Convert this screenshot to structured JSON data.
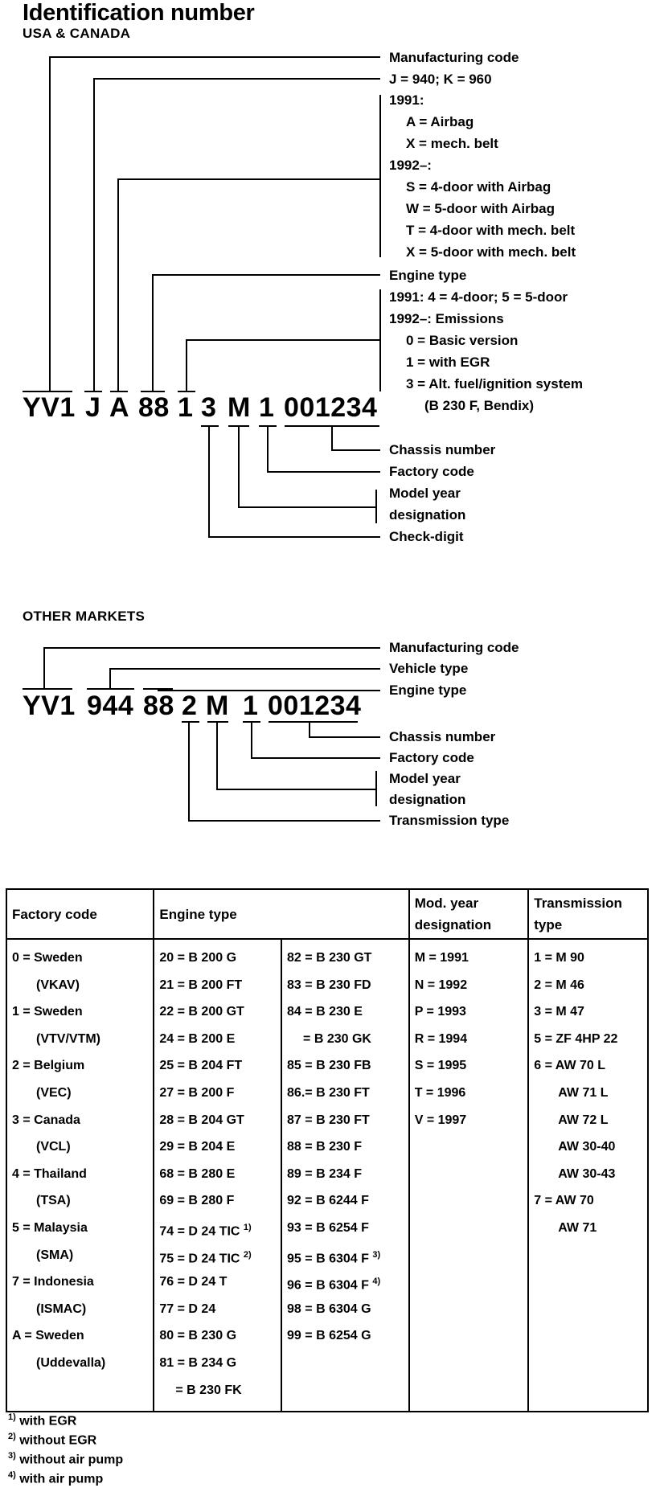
{
  "header": {
    "title": "Identification number",
    "subtitle": "USA & CANADA"
  },
  "usa": {
    "vin_parts": [
      "YV1",
      "J",
      "A",
      "88",
      "1",
      "3",
      "M",
      "1",
      "001234"
    ],
    "labels": {
      "manufacturing_code": "Manufacturing code",
      "model": "J = 940;  K = 960",
      "y1991": "1991:",
      "airbag": "A = Airbag",
      "mech_belt": "X = mech. belt",
      "y1992": "1992–:",
      "s4": "S = 4-door with Airbag",
      "w5": "W = 5-door with Airbag",
      "t4": "T = 4-door with mech. belt",
      "x5": "X = 5-door with mech. belt",
      "engine_type": "Engine type",
      "doors": "1991: 4 = 4-door; 5 = 5-door",
      "emissions": "1992–: Emissions",
      "basic": "0 = Basic version",
      "egr": "1 = with EGR",
      "alt": "3 = Alt. fuel/ignition system",
      "bendix": "(B 230 F, Bendix)",
      "chassis": "Chassis number",
      "factory": "Factory code",
      "model_year_1": "Model year",
      "model_year_2": "designation",
      "check": "Check-digit"
    }
  },
  "other": {
    "heading": "OTHER MARKETS",
    "vin_parts": [
      "YV1",
      "944",
      "88",
      "2",
      "M",
      "1",
      "001234"
    ],
    "labels": {
      "manufacturing_code": "Manufacturing code",
      "vehicle_type": "Vehicle type",
      "engine_type": "Engine type",
      "chassis": "Chassis number",
      "factory": "Factory code",
      "model_year_1": "Model year",
      "model_year_2": "designation",
      "transmission": "Transmission type"
    }
  },
  "table": {
    "headers": {
      "factory": "Factory code",
      "engine": "Engine type",
      "modyear_1": "Mod. year",
      "modyear_2": "designation",
      "trans_1": "Transmission",
      "trans_2": "type"
    },
    "factory": [
      "0 = Sweden",
      "(VKAV)",
      "1 = Sweden",
      "(VTV/VTM)",
      "2 = Belgium",
      "(VEC)",
      "3 = Canada",
      "(VCL)",
      "4 = Thailand",
      "(TSA)",
      "5 = Malaysia",
      "(SMA)",
      "7 = Indonesia",
      "(ISMAC)",
      "A = Sweden",
      "(Uddevalla)"
    ],
    "engine_a": [
      "20 = B 200 G",
      "21 = B 200 FT",
      "22 = B 200 GT",
      "24 = B 200 E",
      "25 = B 204 FT",
      "27 = B 200 F",
      "28 = B 204 GT",
      "29 = B 204 E",
      "68 = B 280 E",
      "69 = B 280 F",
      "74 = D 24 TIC",
      "75 = D 24 TIC",
      "76 = D 24 T",
      "77 = D 24",
      "80 = B 230 G",
      "81 = B 234 G",
      "= B 230 FK"
    ],
    "engine_a_sup": {
      "10": "1)",
      "11": "2)"
    },
    "engine_b": [
      "82 = B 230 GT",
      "83 = B 230 FD",
      "84 = B 230 E",
      "= B 230 GK",
      "85 = B 230 FB",
      "86.= B 230 FT",
      "87 = B 230 FT",
      "88 = B 230 F",
      "89 = B 234 F",
      "92 = B 6244 F",
      "93 = B 6254 F",
      "95 = B 6304 F",
      "96 = B 6304 F",
      "98 = B 6304 G",
      "99 = B 6254 G"
    ],
    "engine_b_sup": {
      "11": "3)",
      "12": "4)"
    },
    "modyear": [
      "M = 1991",
      "N = 1992",
      "P = 1993",
      "R = 1994",
      "S = 1995",
      "T = 1996",
      "V = 1997"
    ],
    "trans": [
      "1 = M 90",
      "2 = M 46",
      "3 = M 47",
      "5 = ZF 4HP 22",
      "6 = AW 70 L",
      "AW 71 L",
      "AW 72 L",
      "AW 30-40",
      "AW 30-43",
      "7 = AW 70",
      "AW 71"
    ]
  },
  "footnotes": [
    {
      "mark": "1)",
      "text": "with EGR"
    },
    {
      "mark": "2)",
      "text": "without EGR"
    },
    {
      "mark": "3)",
      "text": "without air pump"
    },
    {
      "mark": "4)",
      "text": "with air pump"
    }
  ]
}
